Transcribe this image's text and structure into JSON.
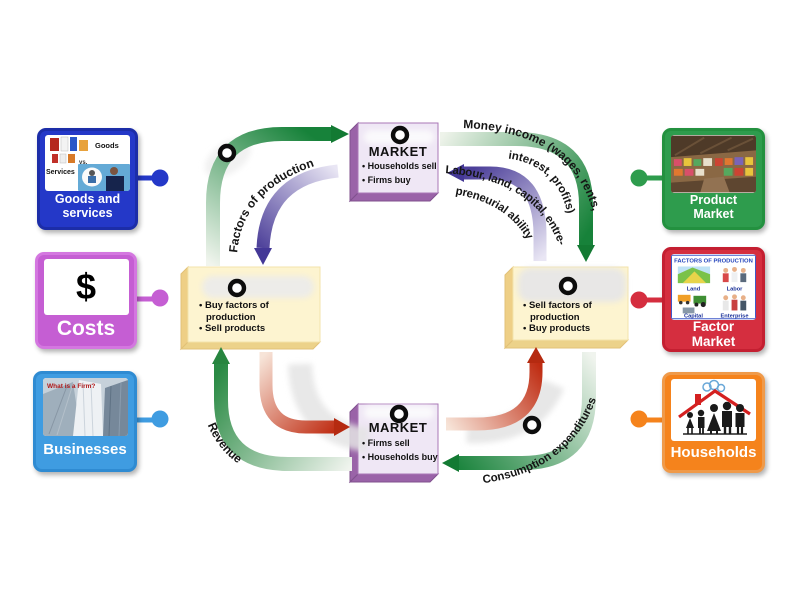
{
  "cards": {
    "goods": {
      "label": "Goods and services",
      "color": "#2438c8",
      "img": {
        "goods_caption": "Goods",
        "vs": "vs.",
        "services_caption": "Services"
      }
    },
    "costs": {
      "label": "Costs",
      "color": "#c55ed3",
      "symbol": "$"
    },
    "businesses": {
      "label": "Businesses",
      "color": "#3f9ce1",
      "img_caption": "What is a Firm?"
    },
    "product": {
      "label": "Product Market",
      "color": "#2e9c4d"
    },
    "factor": {
      "label": "Factor Market",
      "color": "#d52e3f",
      "img": {
        "title": "FACTORS OF PRODUCTION",
        "land": "Land",
        "labor": "Labor",
        "capital": "Capital",
        "enterprise": "Enterprise"
      }
    },
    "households": {
      "label": "Households",
      "color": "#f5831c"
    }
  },
  "flow": {
    "top_box": {
      "title": "MARKET",
      "line1": "• Households sell",
      "line2": "• Firms buy"
    },
    "bottom_box": {
      "title": "MARKET",
      "line1": "• Firms sell",
      "line2": "• Households buy"
    },
    "left_box": {
      "line1": "• Buy factors of",
      "line2": "production",
      "line3": "• Sell products"
    },
    "right_box": {
      "line1": "• Sell factors of",
      "line2": "production",
      "line3": "• Buy products"
    },
    "labels": {
      "factors": "Factors of production",
      "money1": "Money income (wages, rents,",
      "money2": "interest, profits)",
      "labour1": "Labour, land, capital, entre-",
      "labour2": "preneurial ability",
      "revenue": "Revenue",
      "consumption": "Consumption expenditures"
    },
    "colors": {
      "green": "#17823a",
      "purple": "#4c3f99",
      "red": "#bf2c12",
      "market_box": "#efe7f5",
      "market_side": "#9a63a8",
      "yellow_box": "#fdf4d0",
      "yellow_side": "#ecd28a"
    }
  }
}
